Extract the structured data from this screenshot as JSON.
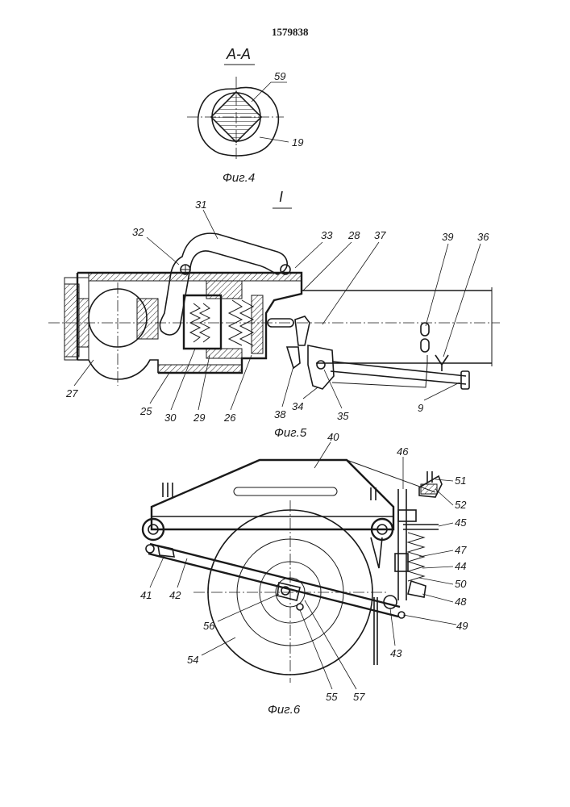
{
  "patent_number": "1579838",
  "fig4": {
    "section": "А-А",
    "caption": "Фиг.4",
    "labels": [
      "59",
      "19"
    ]
  },
  "fig5": {
    "view": "I",
    "caption": "Фиг.5",
    "labels": [
      "31",
      "32",
      "33",
      "28",
      "37",
      "39",
      "36",
      "27",
      "25",
      "30",
      "29",
      "26",
      "38",
      "34",
      "35",
      "9"
    ]
  },
  "fig6": {
    "caption": "Фиг.6",
    "labels": [
      "40",
      "46",
      "51",
      "52",
      "45",
      "47",
      "44",
      "50",
      "48",
      "49",
      "41",
      "42",
      "56",
      "54",
      "55",
      "57",
      "43"
    ]
  }
}
